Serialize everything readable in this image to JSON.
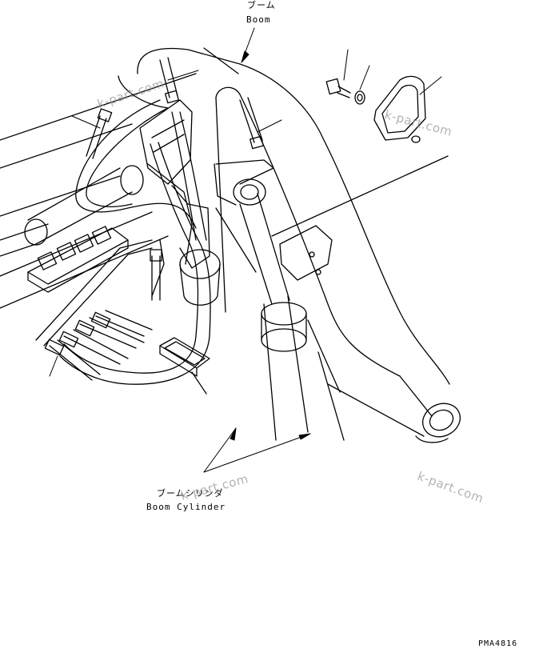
{
  "labels": {
    "boom_jp": "ブーム",
    "boom_en": "Boom",
    "boom_cylinder_jp": "ブームシリンダ",
    "boom_cylinder_en": "Boom Cylinder"
  },
  "drawing_code": "PMA4816",
  "watermark": "k-part.com"
}
